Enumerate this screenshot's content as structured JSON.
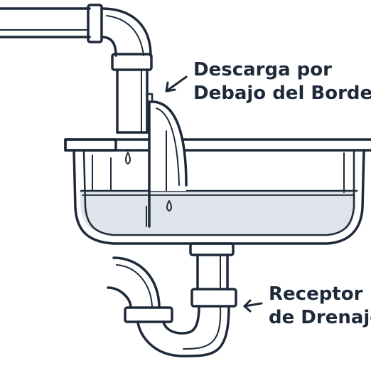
{
  "labels": {
    "rim_discharge": [
      "Descarga por",
      "Debajo del Borde"
    ],
    "drain_receptor": [
      "Receptor",
      "de Drenaje"
    ]
  },
  "colors": {
    "ink": "#1e2a3a",
    "water": "#dfe4ea",
    "background": "#ffffff"
  }
}
